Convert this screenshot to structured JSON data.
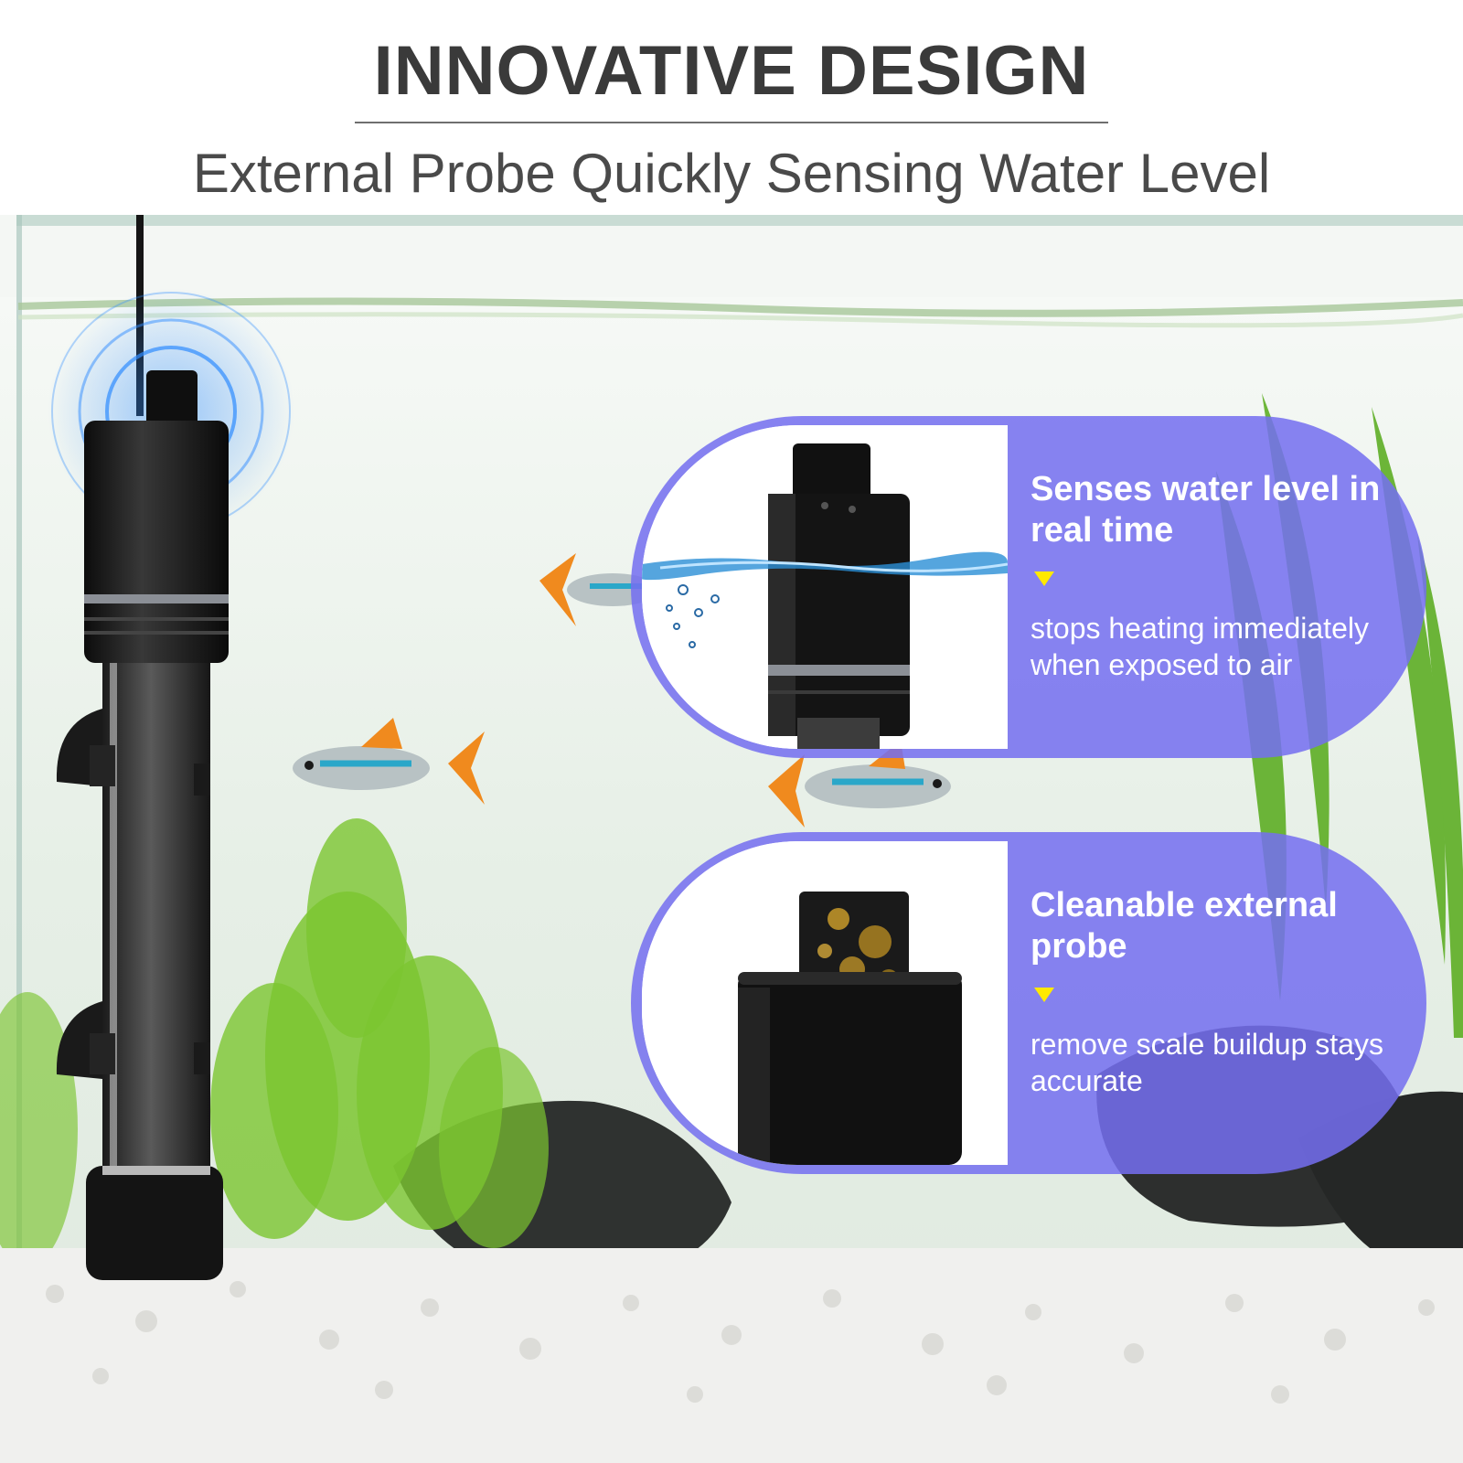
{
  "header": {
    "title": "INNOVATIVE DESIGN",
    "subtitle": "External Probe Quickly Sensing Water Level"
  },
  "features": [
    {
      "title": "Senses water level in real time",
      "description": "stops heating immediately when exposed to air"
    },
    {
      "title": "Cleanable external probe",
      "description": "remove scale buildup stays accurate"
    }
  ],
  "colors": {
    "callout": "#746ff0",
    "arrow": "#ffe900",
    "title": "#3a3a3a",
    "water": "#eaf2ea",
    "heater": "#1a1a1a",
    "plant": "#6fbf2c"
  },
  "icons": [
    "water-level-sensor-icon",
    "down-triangle-arrow-icon"
  ]
}
